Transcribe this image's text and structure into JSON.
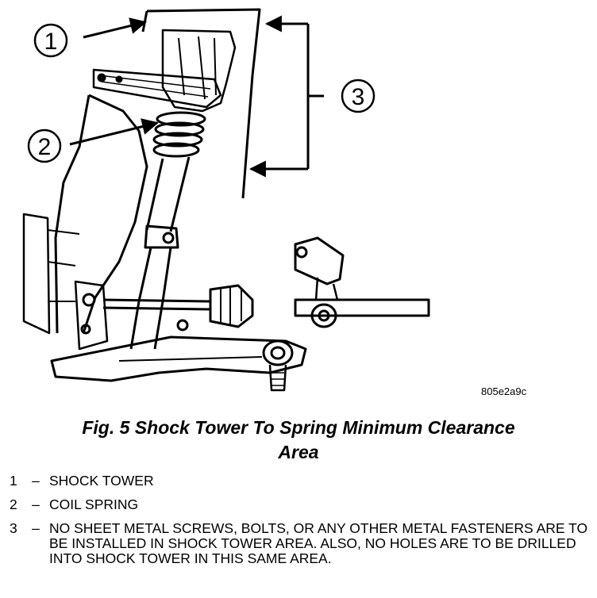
{
  "callouts": [
    "1",
    "2",
    "3"
  ],
  "figure_code": "805e2a9c",
  "caption": {
    "line1": "Fig. 5 Shock Tower To Spring Minimum Clearance",
    "line2": "Area"
  },
  "legend": [
    {
      "num": "1",
      "dash": "–",
      "text": "SHOCK TOWER"
    },
    {
      "num": "2",
      "dash": "–",
      "text": "COIL SPRING"
    },
    {
      "num": "3",
      "dash": "–",
      "text": "NO SHEET METAL SCREWS, BOLTS, OR ANY OTHER METAL FASTENERS ARE TO BE INSTALLED IN SHOCK TOWER AREA. ALSO, NO HOLES ARE TO BE DRILLED INTO SHOCK TOWER IN THIS SAME AREA."
    }
  ]
}
